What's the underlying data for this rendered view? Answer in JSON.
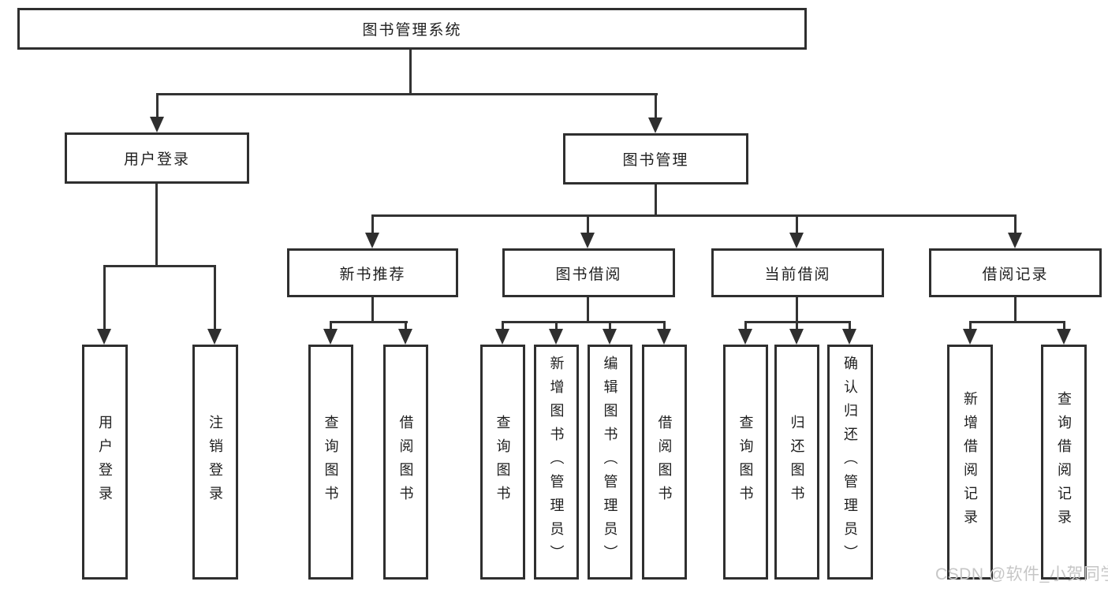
{
  "tree": {
    "root": "图书管理系统",
    "children": [
      {
        "label": "用户登录",
        "children": [
          "用户登录",
          "注销登录"
        ]
      },
      {
        "label": "图书管理",
        "children": [
          {
            "label": "新书推荐",
            "children": [
              "查询图书",
              "借阅图书"
            ]
          },
          {
            "label": "图书借阅",
            "children": [
              "查询图书",
              "新增图书（管理员）",
              "编辑图书（管理员）",
              "借阅图书"
            ]
          },
          {
            "label": "当前借阅",
            "children": [
              "查询图书",
              "归还图书",
              "确认归还（管理员）"
            ]
          },
          {
            "label": "借阅记录",
            "children": [
              "新增借阅记录",
              "查询借阅记录"
            ]
          }
        ]
      }
    ]
  },
  "watermark": {
    "text": "CSDN @软件_小贺同学"
  },
  "colors": {
    "line": "#333333",
    "box_border": "#2f2f2f",
    "text": "#1f1f1f",
    "watermark": "#c6c6c6",
    "background": "#ffffff"
  }
}
